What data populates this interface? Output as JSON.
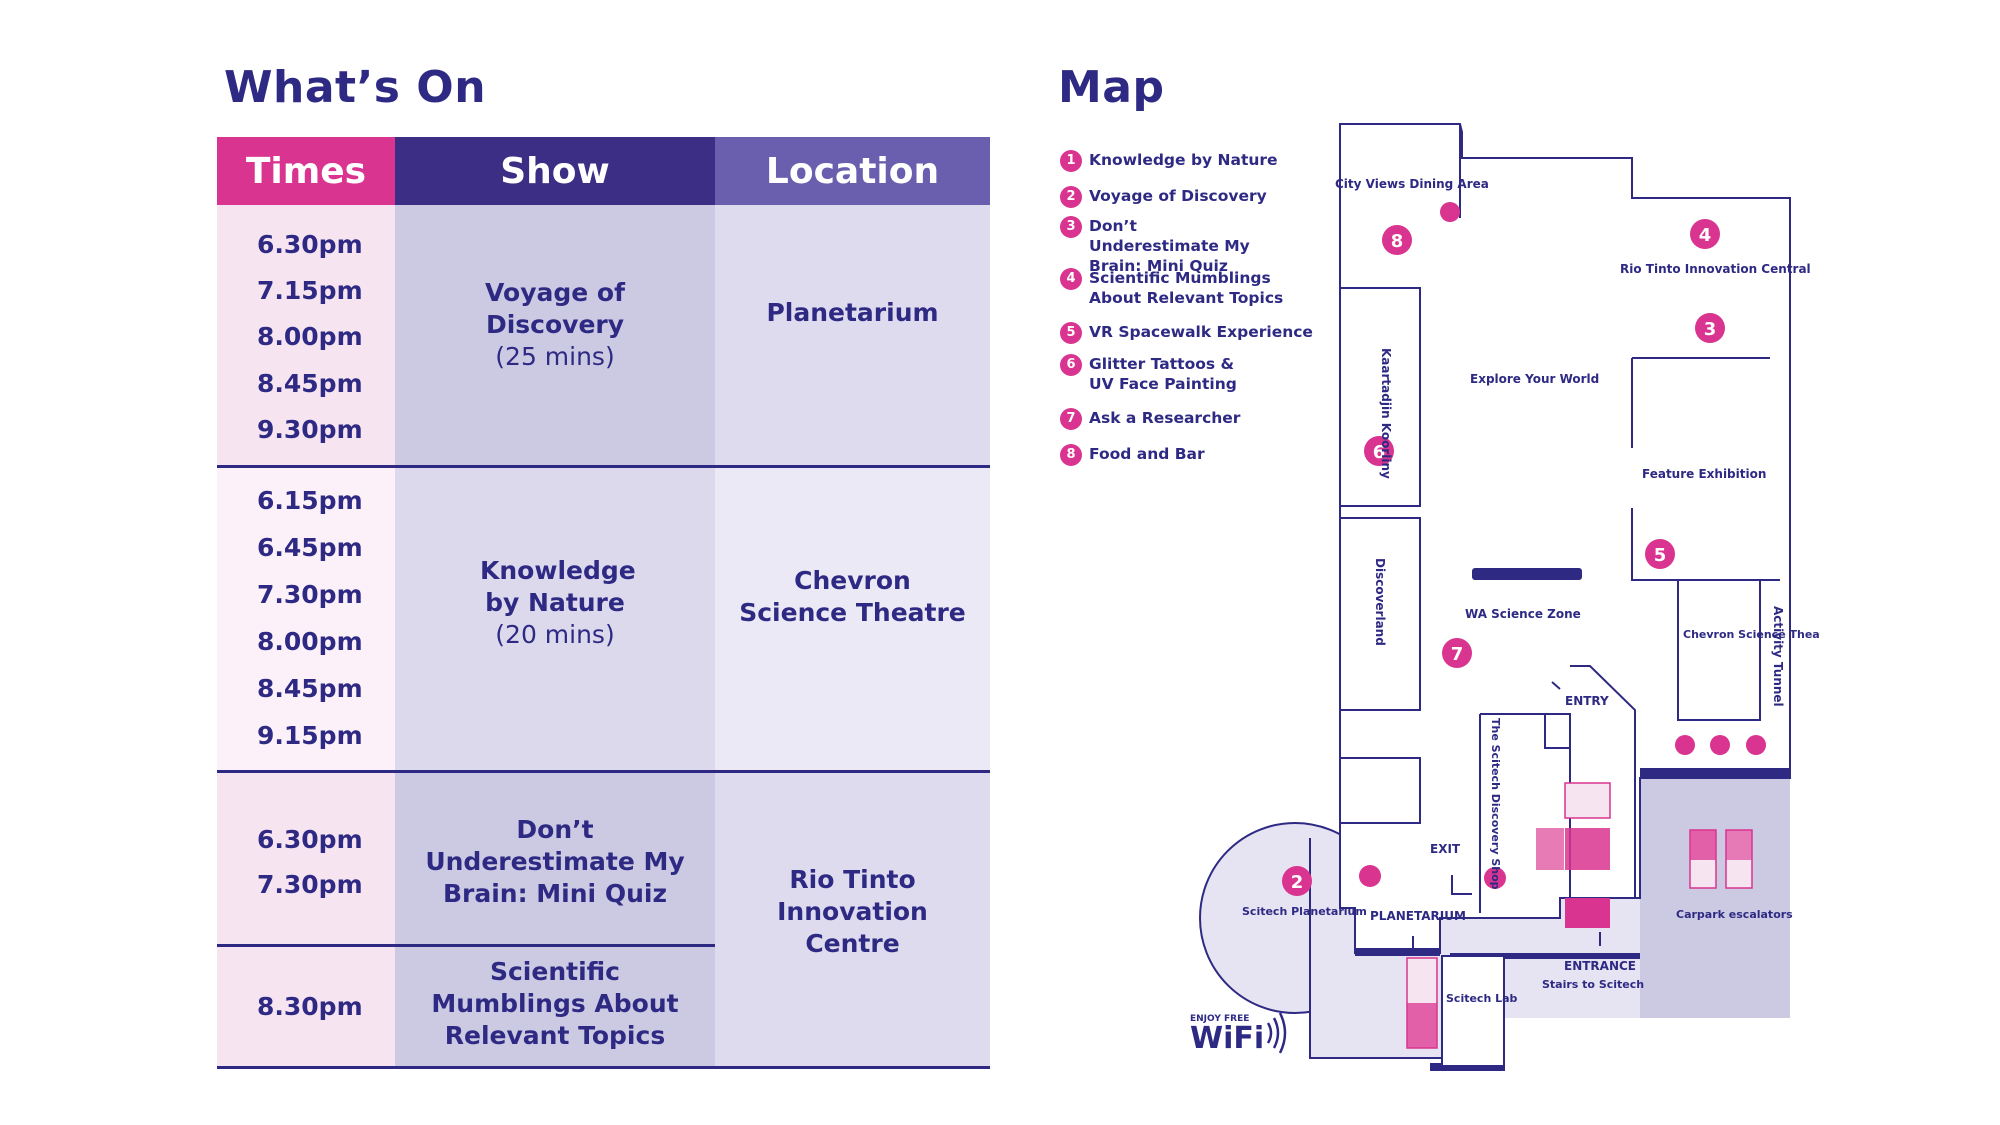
{
  "whats_on": {
    "title": "What’s On",
    "headers": {
      "times": "Times",
      "show": "Show",
      "location": "Location"
    },
    "rows": [
      {
        "times": [
          "6.30pm",
          "7.15pm",
          "8.00pm",
          "8.45pm",
          "9.30pm"
        ],
        "show": "Voyage of Discovery",
        "duration": "(25 mins)",
        "location": "Planetarium"
      },
      {
        "times": [
          "6.15pm",
          "6.45pm",
          "7.30pm",
          "8.00pm",
          "8.45pm",
          "9.15pm"
        ],
        "show": "Knowledge by Nature",
        "duration": "(20 mins)",
        "location": "Chevron Science Theatre"
      },
      {
        "times": [
          "6.30pm",
          "7.30pm"
        ],
        "show": "Don’t Underestimate My Brain: Mini Quiz",
        "location": "Rio Tinto Innovation Centre"
      },
      {
        "times": [
          "8.30pm"
        ],
        "show": "Scientific Mumblings About Relevant Topics"
      }
    ],
    "colors": {
      "times_header": "#d9348f",
      "show_header": "#3b2e84",
      "location_header": "#6a5fae"
    }
  },
  "map": {
    "title": "Map",
    "legend": [
      {
        "n": "1",
        "label": "Knowledge by Nature"
      },
      {
        "n": "2",
        "label": "Voyage of Discovery"
      },
      {
        "n": "3",
        "label": "Don’t Underestimate My Brain: Mini Quiz"
      },
      {
        "n": "4",
        "label": "Scientific Mumblings About Relevant Topics"
      },
      {
        "n": "5",
        "label": "VR Spacewalk Experience"
      },
      {
        "n": "6",
        "label": "Glitter Tattoos & UV Face Painting"
      },
      {
        "n": "7",
        "label": "Ask a Researcher"
      },
      {
        "n": "8",
        "label": "Food and Bar"
      }
    ],
    "labels": {
      "city_views": "City Views Dining Area",
      "rio_tinto": "Rio Tinto Innovation Central",
      "kaartadjin": "Kaartadjin Koorliny",
      "explore": "Explore Your World",
      "feature": "Feature Exhibition",
      "discoverland": "Discoverland",
      "wa_zone": "WA Science Zone",
      "chevron": "Chevron Science Theatre",
      "activity": "Activity Tunnel",
      "entry": "ENTRY",
      "shop": "The Scitech Discovery Shop",
      "exit": "EXIT",
      "planetarium_label": "PLANETARIUM",
      "scitech_planetarium": "Scitech Planetarium",
      "scitech_lab": "Scitech Lab",
      "entrance": "ENTRANCE",
      "stairs": "Stairs to Scitech",
      "carpark": "Carpark escalators",
      "wifi_small": "ENJOY FREE",
      "wifi": "WiFi"
    },
    "markers": [
      "8",
      "4",
      "3",
      "6",
      "5",
      "7",
      "2"
    ],
    "colors": {
      "accent": "#d9348f",
      "navy": "#2e2a84",
      "lavender": "#e6e3f2"
    }
  }
}
